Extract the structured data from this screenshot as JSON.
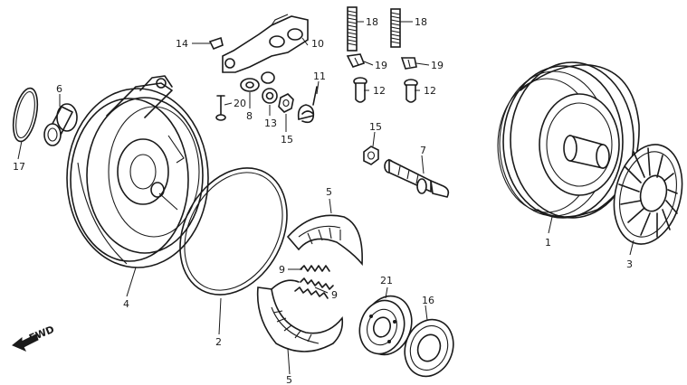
{
  "diagram": {
    "callouts": [
      {
        "id": "c1",
        "text": "1"
      },
      {
        "id": "c2",
        "text": "2"
      },
      {
        "id": "c3",
        "text": "3"
      },
      {
        "id": "c4",
        "text": "4"
      },
      {
        "id": "c5a",
        "text": "5"
      },
      {
        "id": "c5b",
        "text": "5"
      },
      {
        "id": "c6",
        "text": "6"
      },
      {
        "id": "c7",
        "text": "7"
      },
      {
        "id": "c8",
        "text": "8"
      },
      {
        "id": "c9a",
        "text": "9"
      },
      {
        "id": "c9b",
        "text": "9"
      },
      {
        "id": "c10",
        "text": "10"
      },
      {
        "id": "c11",
        "text": "11"
      },
      {
        "id": "c12a",
        "text": "12"
      },
      {
        "id": "c12b",
        "text": "12"
      },
      {
        "id": "c13",
        "text": "13"
      },
      {
        "id": "c14",
        "text": "14"
      },
      {
        "id": "c15a",
        "text": "15"
      },
      {
        "id": "c15b",
        "text": "15"
      },
      {
        "id": "c16",
        "text": "16"
      },
      {
        "id": "c17",
        "text": "17"
      },
      {
        "id": "c18a",
        "text": "18"
      },
      {
        "id": "c18b",
        "text": "18"
      },
      {
        "id": "c19a",
        "text": "19"
      },
      {
        "id": "c19b",
        "text": "19"
      },
      {
        "id": "c20",
        "text": "20"
      },
      {
        "id": "c21",
        "text": "21"
      }
    ],
    "fwd_label": "FWD"
  }
}
